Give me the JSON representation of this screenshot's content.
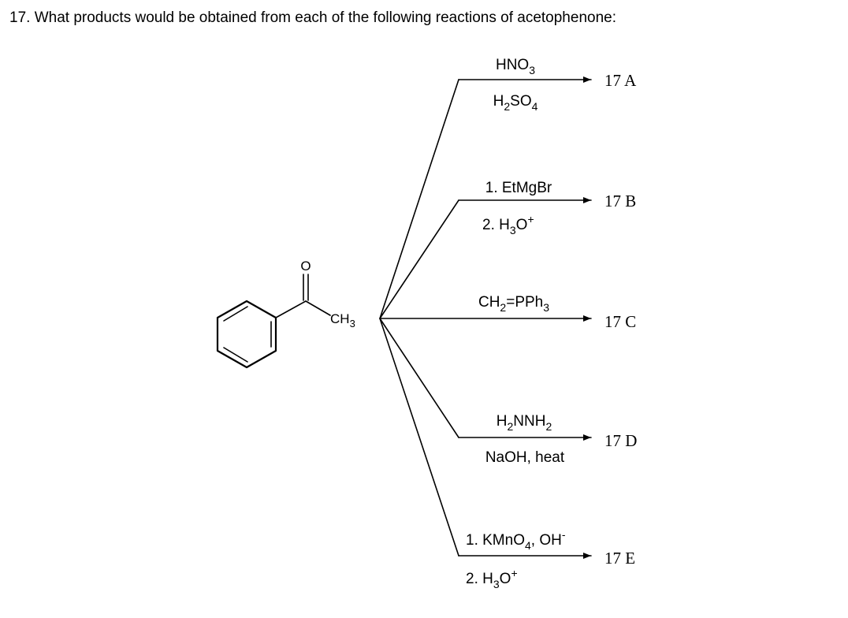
{
  "question": {
    "text": "17. What products would be obtained from each of the following reactions of acetophenone:"
  },
  "molecule": {
    "carbonyl_oxygen": "O",
    "methyl": {
      "main": "CH",
      "sub": "3"
    }
  },
  "reactions": [
    {
      "product": "17 A",
      "reagent_above": [
        {
          "t": "HNO"
        },
        {
          "t": "3",
          "sub": true
        }
      ],
      "reagent_below": [
        {
          "t": "H"
        },
        {
          "t": "2",
          "sub": true
        },
        {
          "t": "SO"
        },
        {
          "t": "4",
          "sub": true
        }
      ]
    },
    {
      "product": "17 B",
      "reagent_above": [
        {
          "t": "1. EtMgBr"
        }
      ],
      "reagent_below": [
        {
          "t": "2. H"
        },
        {
          "t": "3",
          "sub": true
        },
        {
          "t": "O"
        },
        {
          "t": "+",
          "sup": true
        }
      ]
    },
    {
      "product": "17 C",
      "reagent_above": [
        {
          "t": "CH"
        },
        {
          "t": "2",
          "sub": true
        },
        {
          "t": "=PPh"
        },
        {
          "t": "3",
          "sub": true
        }
      ],
      "reagent_below": []
    },
    {
      "product": "17 D",
      "reagent_above": [
        {
          "t": "H"
        },
        {
          "t": "2",
          "sub": true
        },
        {
          "t": "NNH"
        },
        {
          "t": "2",
          "sub": true
        }
      ],
      "reagent_below": [
        {
          "t": "NaOH, heat"
        }
      ]
    },
    {
      "product": "17 E",
      "reagent_above": [
        {
          "t": "1. KMnO"
        },
        {
          "t": "4",
          "sub": true
        },
        {
          "t": ", OH"
        },
        {
          "t": "-",
          "sup": true
        }
      ],
      "reagent_below": [
        {
          "t": "2. H"
        },
        {
          "t": "3",
          "sub": true
        },
        {
          "t": "O"
        },
        {
          "t": "+",
          "sup": true
        }
      ]
    }
  ]
}
